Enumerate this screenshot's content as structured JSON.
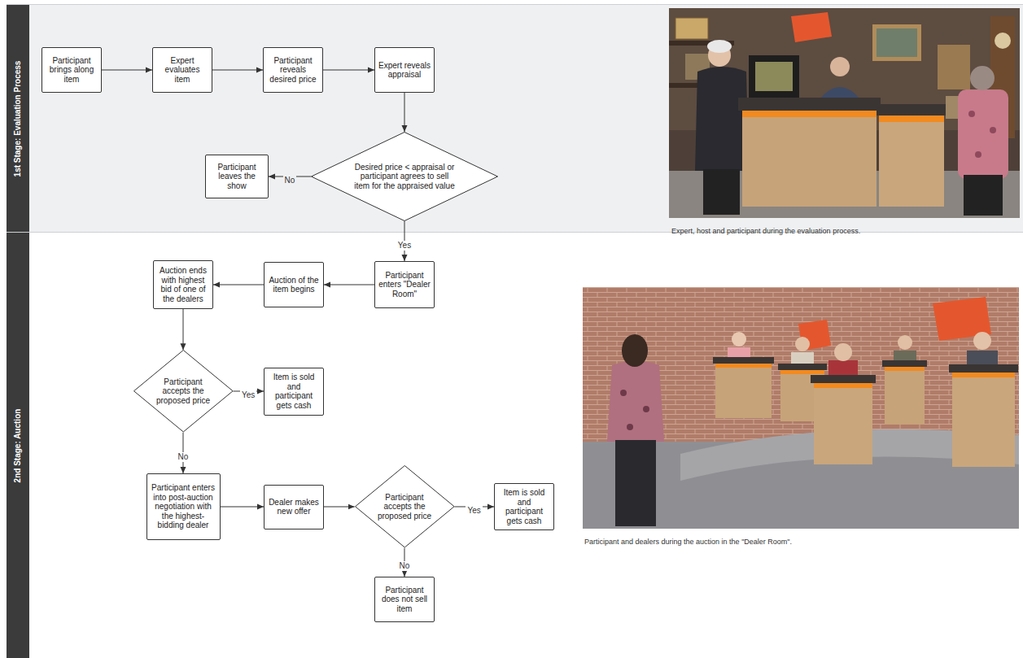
{
  "diagram": {
    "nodes": [
      {
        "text": [
          "1st Stage: Evaluation Process"
        ]
      },
      {
        "text": [
          "Participant brings along item"
        ],
        "in": 0
      },
      {
        "text": [
          "Expert evaluates item"
        ],
        "in": 0
      },
      {
        "text": [
          "Participant reveals desired price"
        ],
        "in": 0
      },
      {
        "text": [
          "Expert reveals appraisal"
        ],
        "in": 0
      },
      {
        "text": [
          "Desired price < appraisal or participant agrees to sell item for the appraised value"
        ],
        "in": 0
      },
      {
        "text": [
          "Participant leaves the show"
        ],
        "in": 0
      },
      {
        "text": [
          "2nd Stage: Auction"
        ]
      },
      {
        "text": [
          "Participant enters \"Dealer Room\""
        ],
        "in": 7
      },
      {
        "text": [
          "Auction of the item begins"
        ],
        "in": 7
      },
      {
        "text": [
          "Auction ends with highest bid of one of the dealers"
        ],
        "in": 7
      },
      {
        "text": [
          "Participant accepts the proposed price"
        ],
        "in": 7
      },
      {
        "text": [
          "Item is sold and participant gets cash"
        ],
        "in": 7
      },
      {
        "text": [
          "Participant enters into post-auction negotiation with the highest-bidding dealer"
        ],
        "in": 7
      },
      {
        "text": [
          "Dealer makes new offer"
        ],
        "in": 7
      },
      {
        "text": [
          "Participant accepts the proposed price"
        ],
        "in": 7
      },
      {
        "text": [
          "Item is sold and participant gets cash"
        ],
        "in": 7
      },
      {
        "text": [
          "Participant does not sell item"
        ],
        "in": 7
      }
    ],
    "edges": [
      {
        "from": 1,
        "to": 2,
        "arrow": "to"
      },
      {
        "from": 2,
        "to": 3,
        "arrow": "to"
      },
      {
        "from": 3,
        "to": 4,
        "arrow": "to"
      },
      {
        "from": 4,
        "to": 5,
        "arrow": "to"
      },
      {
        "from": 5,
        "to": 6,
        "label": "No",
        "arrow": "to"
      },
      {
        "from": 5,
        "to": 8,
        "label": "Yes",
        "arrow": "to"
      },
      {
        "from": 8,
        "to": 9,
        "arrow": "to"
      },
      {
        "from": 9,
        "to": 10,
        "arrow": "to"
      },
      {
        "from": 10,
        "to": 11,
        "arrow": "to"
      },
      {
        "from": 11,
        "to": 12,
        "label": "Yes",
        "arrow": "to"
      },
      {
        "from": 11,
        "to": 13,
        "label": "No",
        "arrow": "to"
      },
      {
        "from": 13,
        "to": 14,
        "arrow": "to"
      },
      {
        "from": 14,
        "to": 15,
        "arrow": "to"
      },
      {
        "from": 15,
        "to": 16,
        "label": "Yes",
        "arrow": "to"
      },
      {
        "from": 15,
        "to": 17,
        "label": "No",
        "arrow": "to"
      }
    ],
    "labels": [
      "Expert, host and participant during the evaluation process.",
      "Participant and dealers during the auction in the \"Dealer Room\"."
    ]
  }
}
